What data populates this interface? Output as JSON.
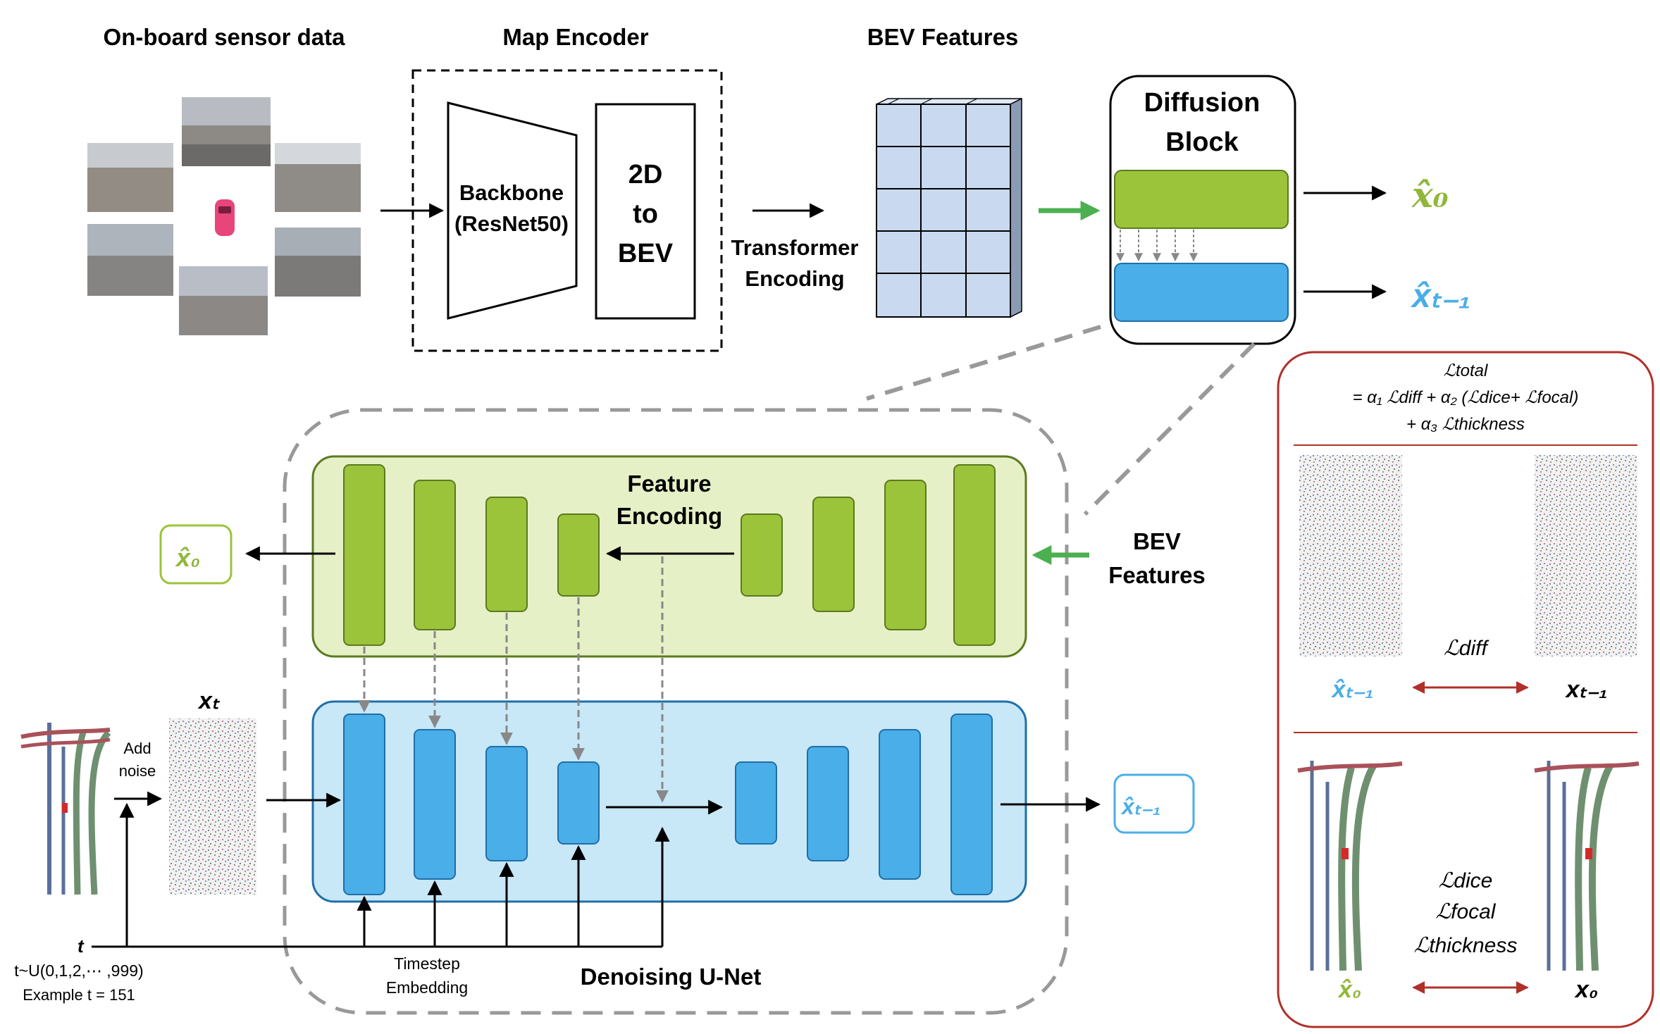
{
  "top": {
    "sensor_title": "On-board sensor data",
    "encoder_title": "Map Encoder",
    "bev_title": "BEV Features",
    "backbone_line1": "Backbone",
    "backbone_line2": "(ResNet50)",
    "bev2d_line1": "2D",
    "bev2d_line2": "to",
    "bev2d_line3": "BEV",
    "transformer_line1": "Transformer",
    "transformer_line2": "Encoding",
    "diffusion_line1": "Diffusion",
    "diffusion_line2": "Block",
    "out_x0": "x̂₀",
    "out_xt1": "x̂ₜ₋₁"
  },
  "unet": {
    "feature_line1": "Feature",
    "feature_line2": "Encoding",
    "bev_line1": "BEV",
    "bev_line2": "Features",
    "out_x0": "x̂₀",
    "out_xt1": "x̂ₜ₋₁",
    "title": "Denoising U-Net",
    "timestep_line1": "Timestep",
    "timestep_line2": "Embedding",
    "xt_label": "xₜ",
    "add_noise_line1": "Add",
    "add_noise_line2": "noise",
    "t_label": "t",
    "t_dist": "t~U(0,1,2,⋯ ,999)",
    "t_example": "Example t = 151"
  },
  "loss": {
    "total_line1": "ℒtotal",
    "total_line2": "= α₁ ℒdiff + α₂ (ℒdice+ ℒfocal)",
    "total_line3": "+ α₃ ℒthickness",
    "diff_label": "ℒdiff",
    "xhat_t1": "x̂ₜ₋₁",
    "x_t1": "xₜ₋₁",
    "dice": "ℒdice",
    "focal": "ℒfocal",
    "thickness": "ℒthickness",
    "xhat0": "x̂₀",
    "x0": "x₀"
  },
  "colors": {
    "green": "#9bc43a",
    "green_dark": "#5b7a1e",
    "green_bg": "#e6f0c6",
    "blue": "#4aaee8",
    "blue_dark": "#1e6fa8",
    "blue_bg": "#c8e7f7",
    "bev_cell": "#c9daf0",
    "loss_border": "#b0302a",
    "arrow_green": "#4caf50",
    "text_green": "#8fb83a",
    "text_blue": "#4aaee8"
  }
}
